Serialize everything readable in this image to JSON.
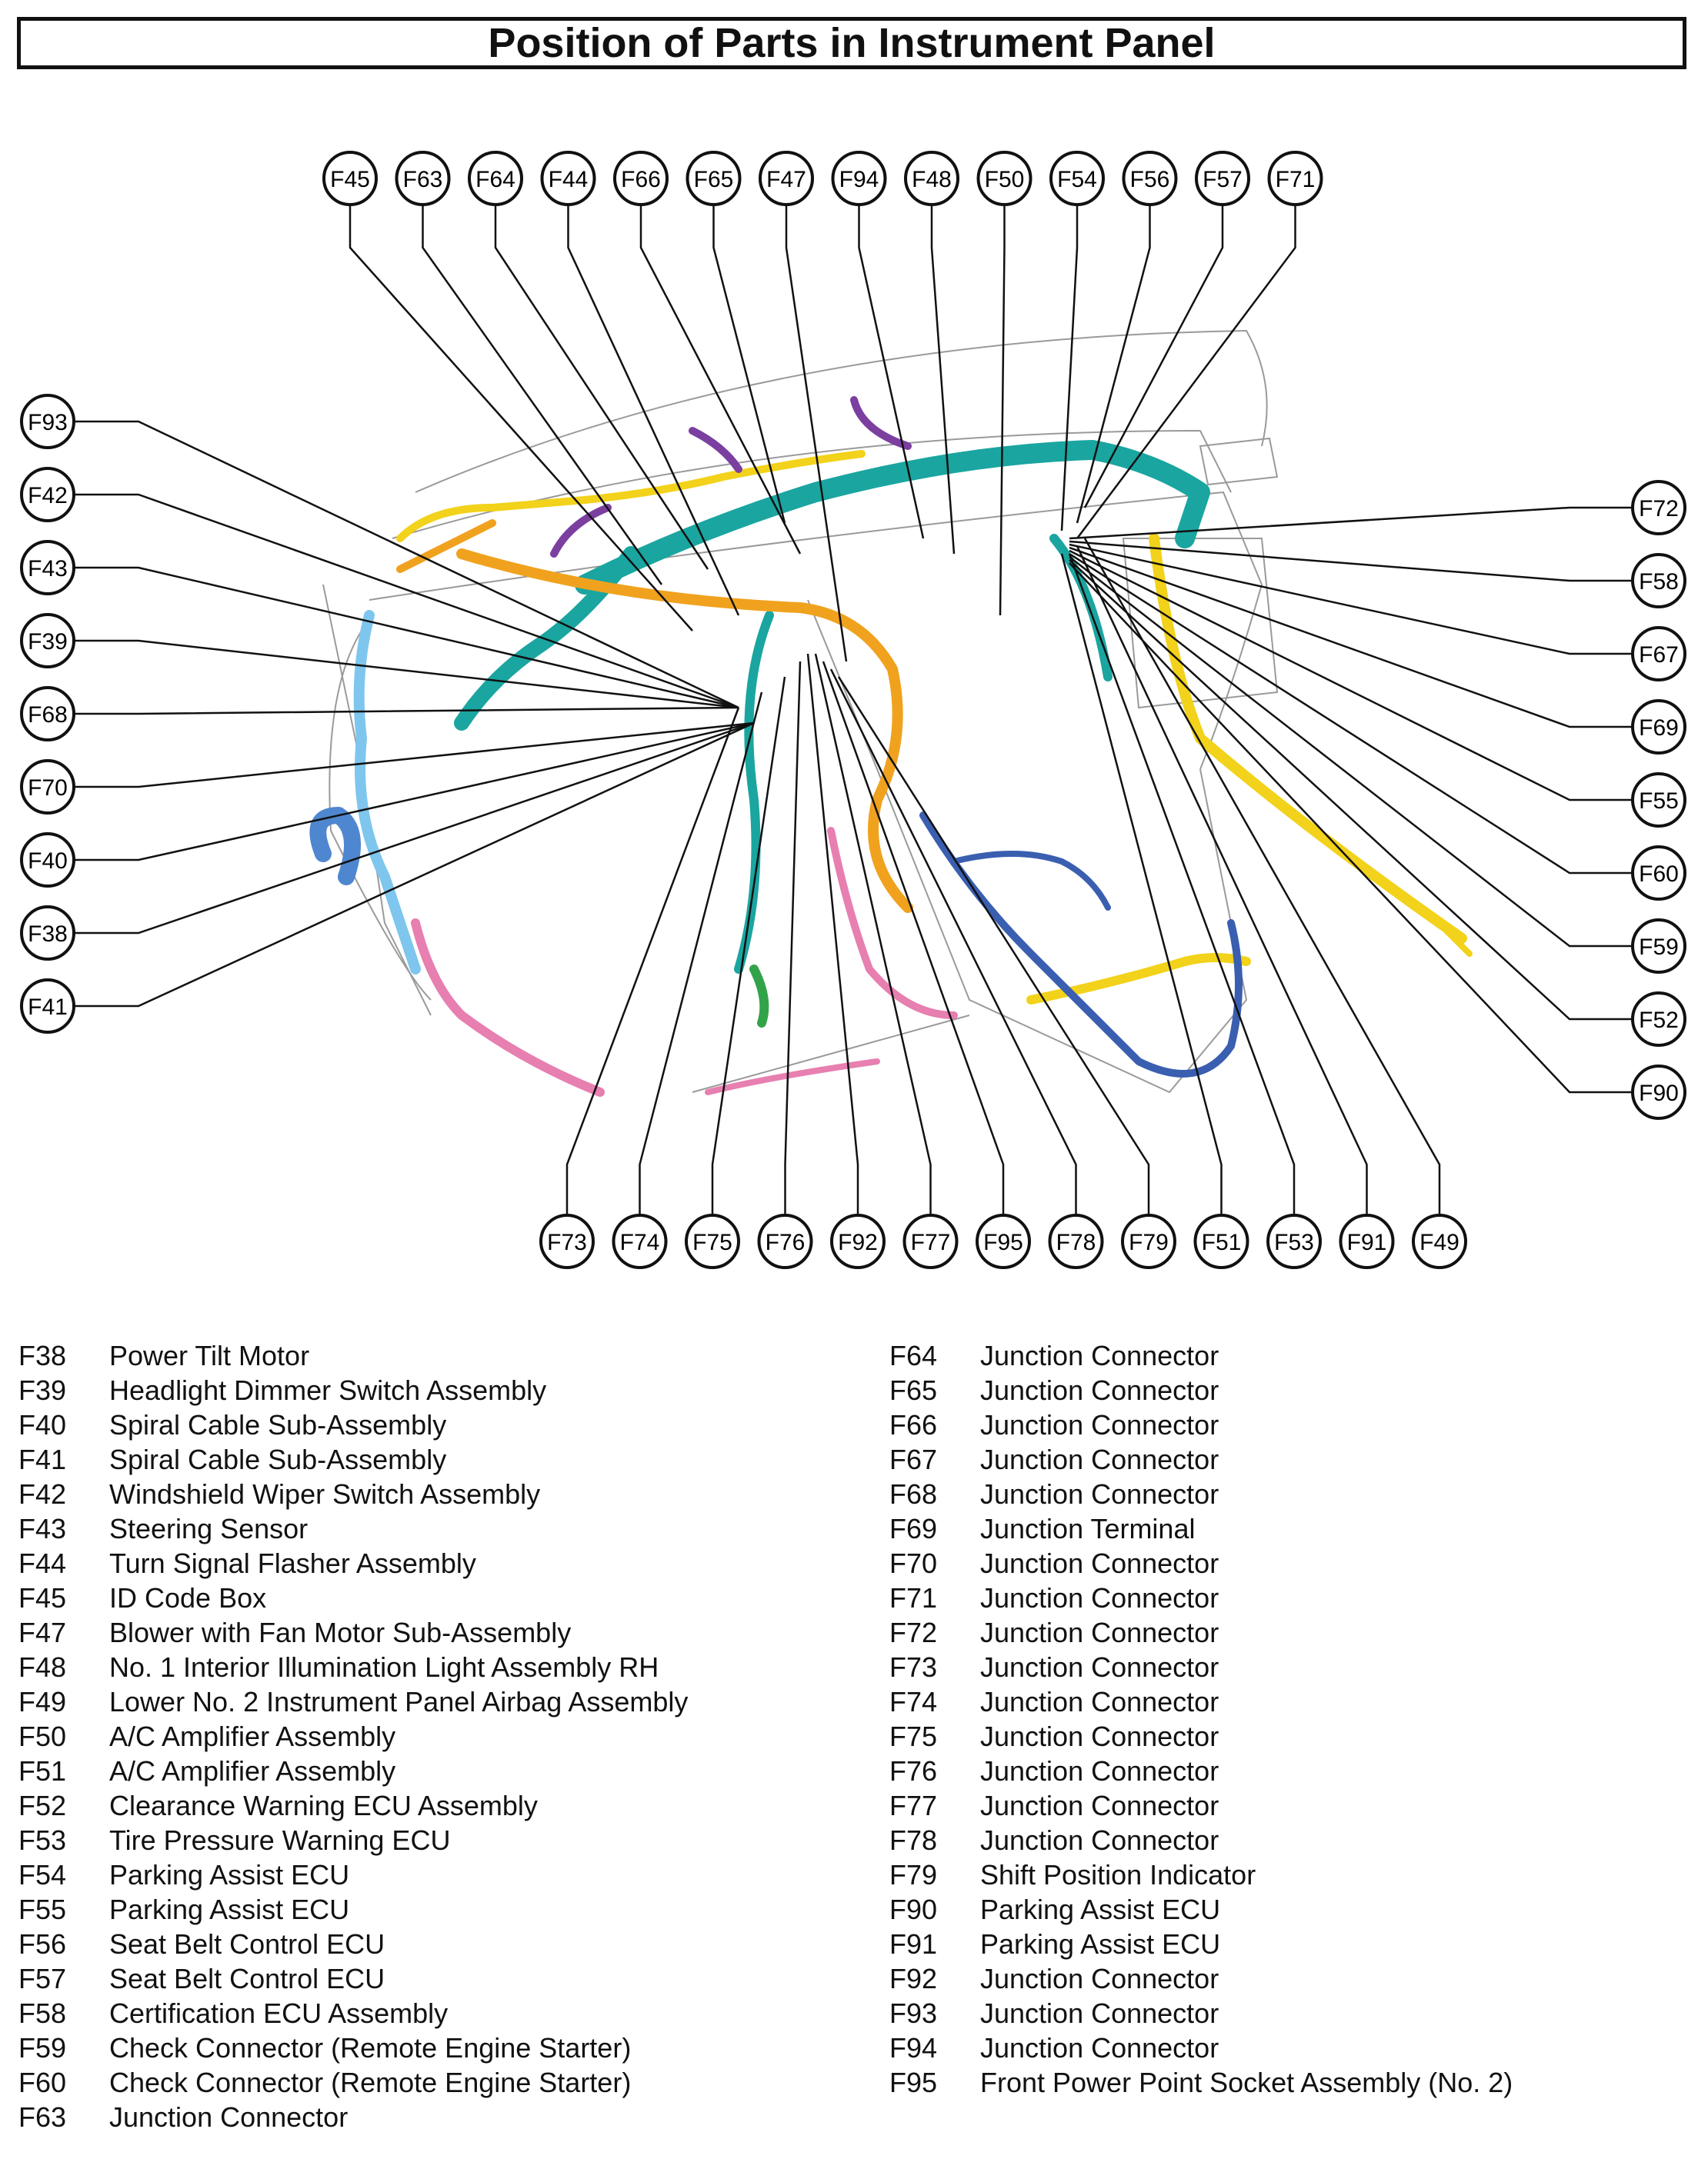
{
  "title": "Position of Parts in Instrument Panel",
  "callouts": {
    "top": [
      "F45",
      "F63",
      "F64",
      "F44",
      "F66",
      "F65",
      "F47",
      "F94",
      "F48",
      "F50",
      "F54",
      "F56",
      "F57",
      "F71"
    ],
    "left": [
      "F93",
      "F42",
      "F43",
      "F39",
      "F68",
      "F70",
      "F40",
      "F38",
      "F41"
    ],
    "right": [
      "F72",
      "F58",
      "F67",
      "F69",
      "F55",
      "F60",
      "F59",
      "F52",
      "F90"
    ],
    "bottom": [
      "F73",
      "F74",
      "F75",
      "F76",
      "F92",
      "F77",
      "F95",
      "F78",
      "F79",
      "F51",
      "F53",
      "F91",
      "F49"
    ]
  },
  "legend_left": [
    {
      "code": "F38",
      "name": "Power Tilt Motor"
    },
    {
      "code": "F39",
      "name": "Headlight Dimmer Switch Assembly"
    },
    {
      "code": "F40",
      "name": "Spiral Cable Sub-Assembly"
    },
    {
      "code": "F41",
      "name": "Spiral Cable Sub-Assembly"
    },
    {
      "code": "F42",
      "name": "Windshield Wiper Switch Assembly"
    },
    {
      "code": "F43",
      "name": "Steering Sensor"
    },
    {
      "code": "F44",
      "name": "Turn Signal Flasher Assembly"
    },
    {
      "code": "F45",
      "name": "ID Code Box"
    },
    {
      "code": "F47",
      "name": "Blower with Fan Motor Sub-Assembly"
    },
    {
      "code": "F48",
      "name": "No. 1 Interior Illumination Light Assembly RH"
    },
    {
      "code": "F49",
      "name": "Lower No. 2 Instrument Panel Airbag Assembly"
    },
    {
      "code": "F50",
      "name": "A/C Amplifier Assembly"
    },
    {
      "code": "F51",
      "name": "A/C Amplifier Assembly"
    },
    {
      "code": "F52",
      "name": "Clearance Warning ECU Assembly"
    },
    {
      "code": "F53",
      "name": "Tire Pressure Warning ECU"
    },
    {
      "code": "F54",
      "name": "Parking Assist ECU"
    },
    {
      "code": "F55",
      "name": "Parking Assist ECU"
    },
    {
      "code": "F56",
      "name": "Seat Belt Control ECU"
    },
    {
      "code": "F57",
      "name": "Seat Belt Control ECU"
    },
    {
      "code": "F58",
      "name": "Certification ECU Assembly"
    },
    {
      "code": "F59",
      "name": "Check Connector (Remote Engine Starter)"
    },
    {
      "code": "F60",
      "name": "Check Connector (Remote Engine Starter)"
    },
    {
      "code": "F63",
      "name": "Junction Connector"
    }
  ],
  "legend_right": [
    {
      "code": "F64",
      "name": "Junction Connector"
    },
    {
      "code": "F65",
      "name": "Junction Connector"
    },
    {
      "code": "F66",
      "name": "Junction Connector"
    },
    {
      "code": "F67",
      "name": "Junction Connector"
    },
    {
      "code": "F68",
      "name": "Junction Connector"
    },
    {
      "code": "F69",
      "name": "Junction Terminal"
    },
    {
      "code": "F70",
      "name": "Junction Connector"
    },
    {
      "code": "F71",
      "name": "Junction Connector"
    },
    {
      "code": "F72",
      "name": "Junction Connector"
    },
    {
      "code": "F73",
      "name": "Junction Connector"
    },
    {
      "code": "F74",
      "name": "Junction Connector"
    },
    {
      "code": "F75",
      "name": "Junction Connector"
    },
    {
      "code": "F76",
      "name": "Junction Connector"
    },
    {
      "code": "F77",
      "name": "Junction Connector"
    },
    {
      "code": "F78",
      "name": "Junction Connector"
    },
    {
      "code": "F79",
      "name": "Shift Position Indicator"
    },
    {
      "code": "F90",
      "name": "Parking Assist ECU"
    },
    {
      "code": "F91",
      "name": "Parking Assist ECU"
    },
    {
      "code": "F92",
      "name": "Junction Connector"
    },
    {
      "code": "F93",
      "name": "Junction Connector"
    },
    {
      "code": "F94",
      "name": "Junction Connector"
    },
    {
      "code": "F95",
      "name": "Front Power Point Socket Assembly (No. 2)"
    }
  ],
  "colors": {
    "teal": "#1aa5a0",
    "yellow": "#f2d21a",
    "orange": "#f0a21e",
    "blue": "#3a5fb0",
    "lightblue": "#7ec6ee",
    "pink": "#e77fb0",
    "green": "#33a34a",
    "purple": "#7b3fa0",
    "outline": "#111111"
  }
}
